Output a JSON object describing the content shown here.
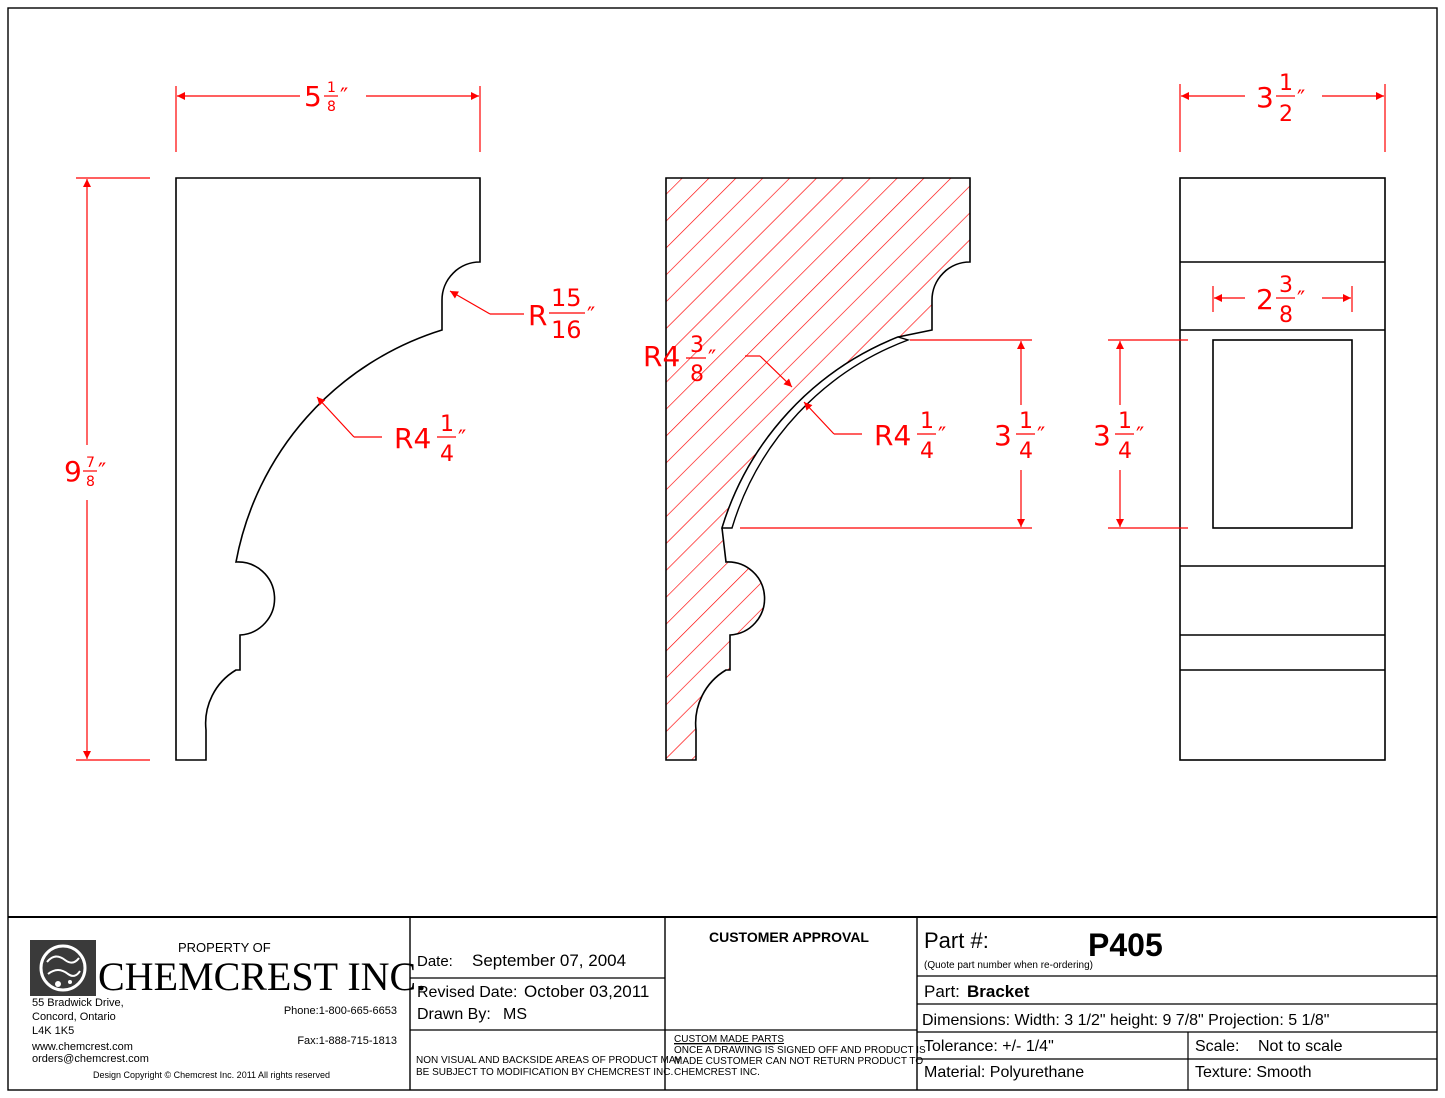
{
  "dimensions": {
    "front_width": {
      "whole": "5",
      "num": "1",
      "den": "8",
      "mark": "″"
    },
    "front_height": {
      "whole": "9",
      "num": "7",
      "den": "8",
      "mark": "″"
    },
    "front_small_radius": {
      "prefix": "R",
      "num": "15",
      "den": "16",
      "mark": "″"
    },
    "front_large_radius": {
      "whole": "R4",
      "num": "1",
      "den": "4",
      "mark": "″"
    },
    "section_outer_radius": {
      "whole": "R4",
      "num": "3",
      "den": "8",
      "mark": "″"
    },
    "section_inner_radius": {
      "whole": "R4",
      "num": "1",
      "den": "4",
      "mark": "″"
    },
    "section_projection": {
      "whole": "3",
      "num": "1",
      "den": "4",
      "mark": "″"
    },
    "side_width": {
      "whole": "3",
      "num": "1",
      "den": "2",
      "mark": "″"
    },
    "side_inner_width": {
      "whole": "2",
      "num": "3",
      "den": "8",
      "mark": "″"
    },
    "side_panel_height": {
      "whole": "3",
      "num": "1",
      "den": "4",
      "mark": "″"
    }
  },
  "title_block": {
    "property_of": "PROPERTY OF",
    "company": "CHEMCREST INC.",
    "address_1": "55 Bradwick Drive,",
    "address_2": "Concord, Ontario",
    "address_3": "L4K 1K5",
    "website": "www.chemcrest.com",
    "email": "orders@chemcrest.com",
    "phone": "Phone:1-800-665-6653",
    "fax": "Fax:1-888-715-1813",
    "copyright": "Design Copyright © Chemcrest Inc. 2011 All rights reserved",
    "date_label": "Date:",
    "date_value": "September 07, 2004",
    "revised_label": "Revised Date:",
    "revised_value": "October 03,2011",
    "drawn_label": "Drawn By:",
    "drawn_value": "MS",
    "non_visual_1": "NON VISUAL AND BACKSIDE AREAS OF PRODUCT MAY",
    "non_visual_2": "BE SUBJECT TO MODIFICATION BY CHEMCREST INC.",
    "customer_approval": "CUSTOMER APPROVAL",
    "custom_heading": "CUSTOM MADE PARTS",
    "custom_1": "ONCE A DRAWING IS SIGNED OFF AND PRODUCT IS",
    "custom_2": "MADE CUSTOMER CAN NOT RETURN PRODUCT TO",
    "custom_3": "CHEMCREST INC.",
    "part_no_label": "Part #:",
    "part_no_value": "P405",
    "quote_note": "(Quote part number when re-ordering)",
    "part_label": "Part:",
    "part_value": "Bracket",
    "dimensions_text": "Dimensions: Width: 3 1/2\" height: 9 7/8\" Projection: 5 1/8\"",
    "tolerance": "Tolerance: +/- 1/4\"",
    "scale_label": "Scale:",
    "scale_value": "Not to scale",
    "material": "Material: Polyurethane",
    "texture": "Texture: Smooth"
  },
  "colors": {
    "dimension": "#ff0000",
    "outline": "#000000"
  }
}
